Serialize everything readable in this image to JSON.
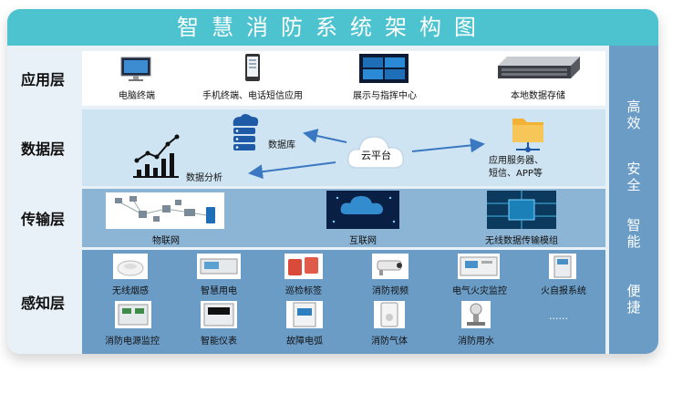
{
  "title": "智慧消防系统架构图",
  "side_words": [
    "高",
    "效",
    "安",
    "全",
    "智",
    "能",
    "便",
    "捷"
  ],
  "layers": {
    "app": {
      "label": "应用层",
      "items": [
        "电脑终端",
        "手机终端、电话短信应用",
        "展示与指挥中心",
        "本地数据存储"
      ]
    },
    "data": {
      "label": "数据层",
      "database": "数据库",
      "analysis": "数据分析",
      "cloud": "云平台",
      "server": "应用服务器、\n短信、APP等"
    },
    "transport": {
      "label": "传输层",
      "items": [
        "物联网",
        "互联网",
        "无线数据传输模组"
      ]
    },
    "sense": {
      "label": "感知层",
      "row1": [
        "无线烟感",
        "智慧用电",
        "巡检标签",
        "消防视频",
        "电气火灾监控",
        "火自报系统"
      ],
      "row2": [
        "消防电源监控",
        "智能仪表",
        "故障电弧",
        "消防气体",
        "消防用水"
      ],
      "more": "......"
    }
  },
  "colors": {
    "title_bar": "#4cc3cf",
    "side_bar": "#6a9cc6",
    "arrow": "#3b78c2"
  }
}
